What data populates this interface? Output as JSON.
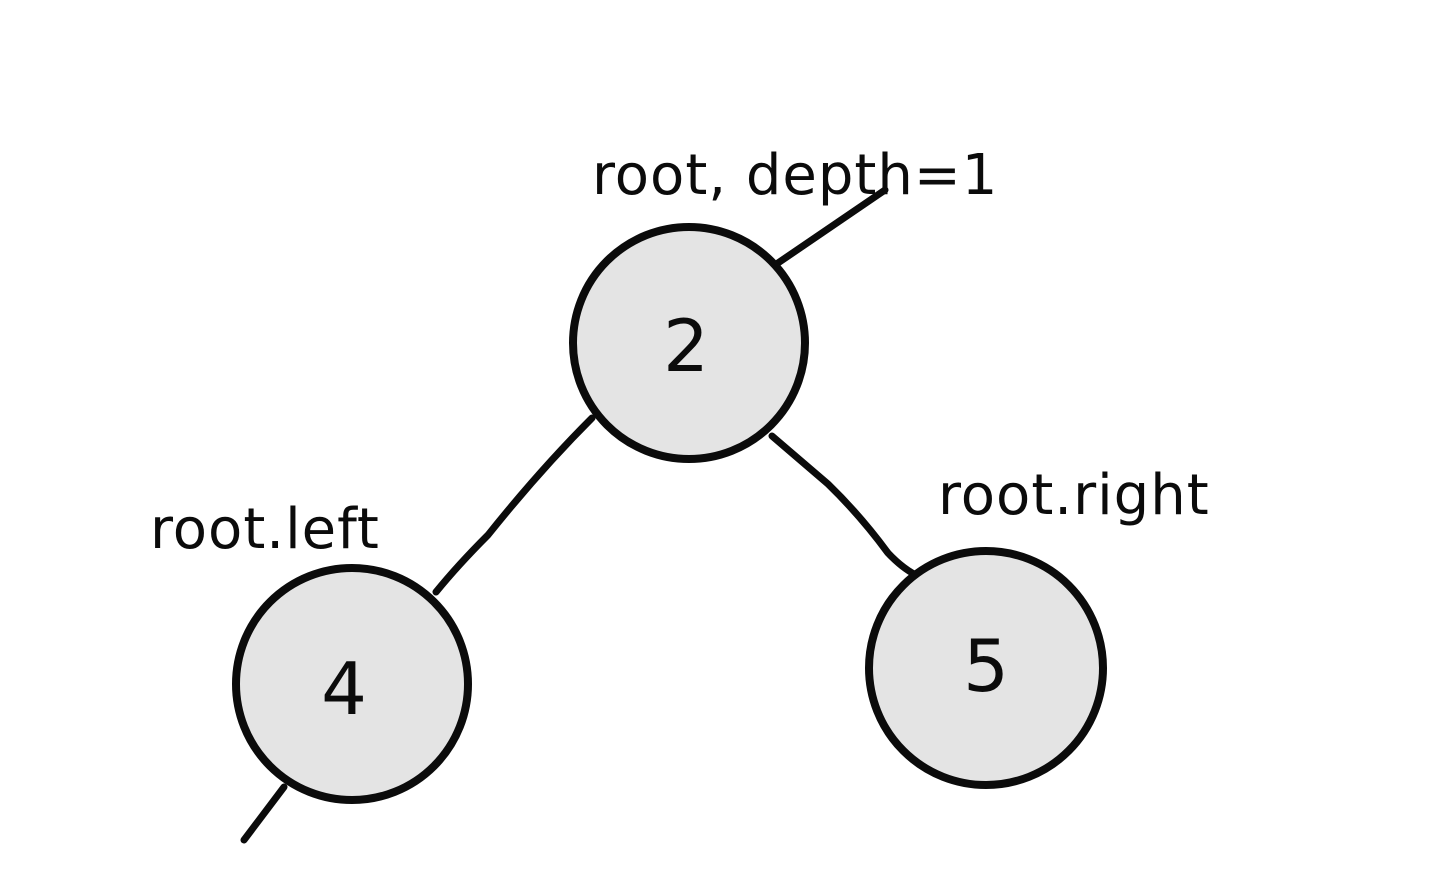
{
  "nodes": {
    "root": {
      "value": "2"
    },
    "left": {
      "value": "4"
    },
    "right": {
      "value": "5"
    }
  },
  "labels": {
    "root": "root, depth=1",
    "left": "root.left",
    "right": "root.right"
  },
  "colors": {
    "node_fill": "#e4e4e4",
    "stroke": "#0b0b0b",
    "background": "#ffffff"
  }
}
